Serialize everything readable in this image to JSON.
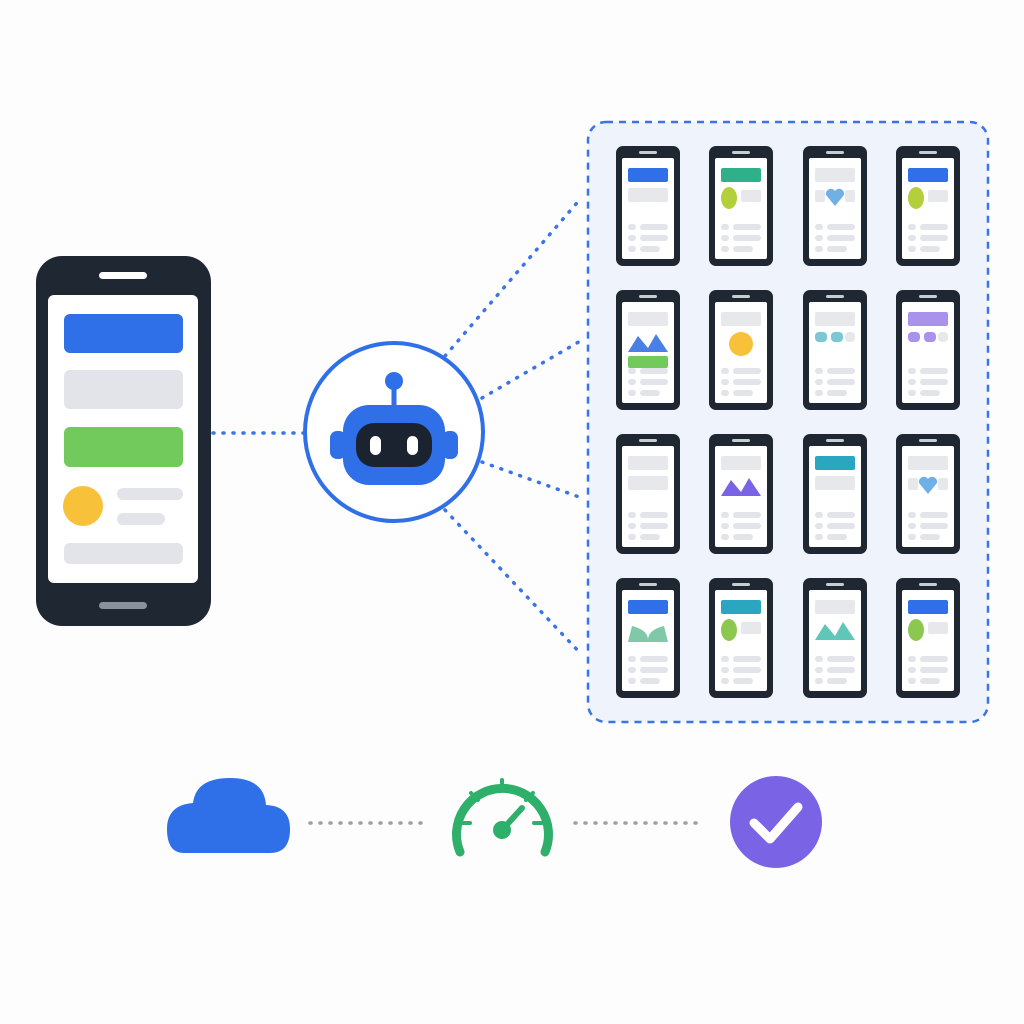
{
  "diagram": {
    "colors": {
      "phone_frame": "#1f2733",
      "primary_blue": "#2f6fe8",
      "connector_blue": "#3a74e6",
      "banner_green": "#72c95c",
      "avatar_yellow": "#f8c13a",
      "placeholder_gray": "#e2e4e9",
      "grid_panel_fill": "#eef3fc",
      "gauge_green": "#2fb06a",
      "check_purple": "#7b63e6",
      "dotted_gray": "#9aa0a8"
    },
    "source_device": {
      "icon": "smartphone-icon",
      "screen_rows": [
        "header-bar",
        "placeholder-bar",
        "green-banner",
        "avatar-row",
        "footer-bar"
      ]
    },
    "generator": {
      "icon": "robot-icon"
    },
    "variants": {
      "rows": 4,
      "cols": 4,
      "items": [
        {
          "header": "#2f6fe8",
          "art": "none",
          "art_color": ""
        },
        {
          "header": "#2fb08a",
          "art": "leaf",
          "art_color": "#b3cf3a"
        },
        {
          "header": "",
          "art": "heart",
          "art_color": "#6fb0e6"
        },
        {
          "header": "#2f6fe8",
          "art": "leaf",
          "art_color": "#b3cf3a"
        },
        {
          "header": "",
          "art": "mountain",
          "art_color": "#4a7fe6",
          "banner": "#72c95c"
        },
        {
          "header": "",
          "art": "circle",
          "art_color": "#f8c13a"
        },
        {
          "header": "",
          "art": "pills",
          "art_color": "#7cc6d6"
        },
        {
          "header": "#a892ec",
          "art": "pills",
          "art_color": "#a892ec"
        },
        {
          "header": "",
          "art": "none",
          "art_color": ""
        },
        {
          "header": "",
          "art": "mountain",
          "art_color": "#7b63e6"
        },
        {
          "header": "#2aa6c0",
          "art": "none",
          "art_color": ""
        },
        {
          "header": "",
          "art": "heart",
          "art_color": "#6fb0e6"
        },
        {
          "header": "#2f6fe8",
          "art": "plant",
          "art_color": "#7fc8a8"
        },
        {
          "header": "#2aa6c0",
          "art": "leaf",
          "art_color": "#8cc850"
        },
        {
          "header": "",
          "art": "mountain",
          "art_color": "#5fc6b8"
        },
        {
          "header": "#2f6fe8",
          "art": "leaf",
          "art_color": "#8cc850"
        }
      ]
    },
    "pipeline": [
      {
        "icon": "cloud-icon",
        "color": "#2f6fe8"
      },
      {
        "icon": "speedometer-icon",
        "color": "#2fb06a"
      },
      {
        "icon": "checkmark-icon",
        "color": "#7b63e6"
      }
    ]
  }
}
